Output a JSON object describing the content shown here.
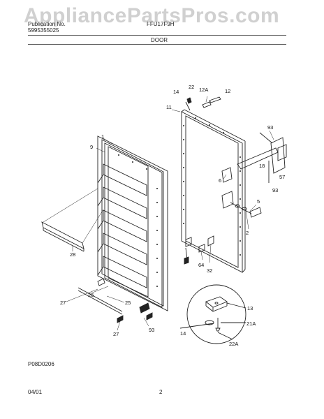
{
  "watermark": "AppliancePartsPros.com",
  "header": {
    "left_line1": "Publication No.",
    "left_line2": "5995355025",
    "model": "FFU17F9H",
    "section_title": "DOOR"
  },
  "footer": {
    "drawing_code": "P08D0206",
    "date": "04/01",
    "page_number": "2"
  },
  "part_labels": [
    {
      "name": "label-22",
      "text": "22"
    },
    {
      "name": "label-14-top",
      "text": "14"
    },
    {
      "name": "label-12A",
      "text": "12A"
    },
    {
      "name": "label-12",
      "text": "12"
    },
    {
      "name": "label-11",
      "text": "11"
    },
    {
      "name": "label-93-top",
      "text": "93"
    },
    {
      "name": "label-18",
      "text": "18"
    },
    {
      "name": "label-57",
      "text": "57"
    },
    {
      "name": "label-93-mid",
      "text": "93"
    },
    {
      "name": "label-6",
      "text": "6"
    },
    {
      "name": "label-5",
      "text": "5"
    },
    {
      "name": "label-2",
      "text": "2"
    },
    {
      "name": "label-64",
      "text": "64"
    },
    {
      "name": "label-32",
      "text": "32"
    },
    {
      "name": "label-1",
      "text": "1"
    },
    {
      "name": "label-9",
      "text": "9"
    },
    {
      "name": "label-28",
      "text": "28"
    },
    {
      "name": "label-27-left",
      "text": "27"
    },
    {
      "name": "label-25",
      "text": "25"
    },
    {
      "name": "label-26",
      "text": "26"
    },
    {
      "name": "label-27-bottom",
      "text": "27"
    },
    {
      "name": "label-93-bottom",
      "text": "93"
    },
    {
      "name": "label-13",
      "text": "13"
    },
    {
      "name": "label-14-detail",
      "text": "14"
    },
    {
      "name": "label-21A",
      "text": "21A"
    },
    {
      "name": "label-22A",
      "text": "22A"
    }
  ]
}
